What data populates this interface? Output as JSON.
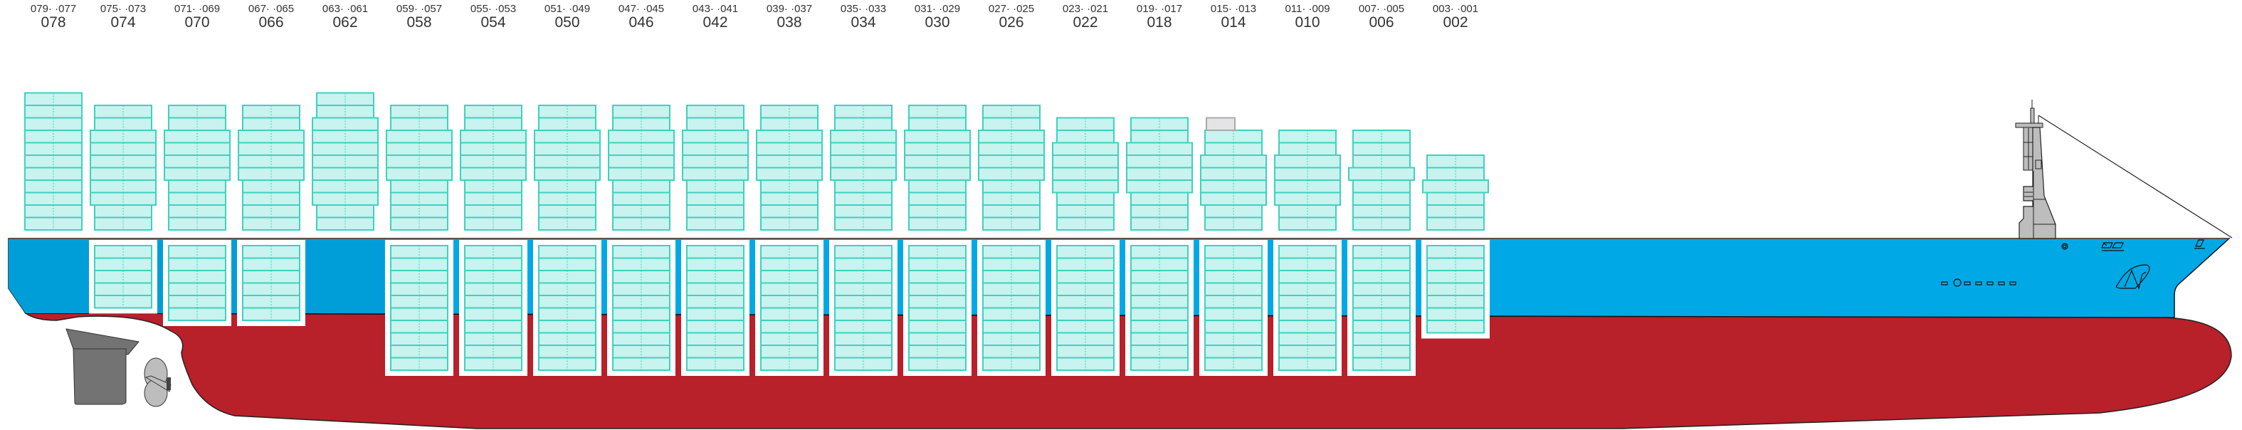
{
  "title": "Container ship bay plan profile",
  "colors": {
    "hull_upper": "#00a9e6",
    "hull_upper_aft": "#009ed8",
    "hull_lower": "#b8202a",
    "container_fill": "#c8f3ee",
    "container_stroke": "#3fd1bf",
    "hold_frame": "#ffffff",
    "superstructure": "#bdbdbd",
    "rudder": "#737373",
    "propeller": "#bdbdbd",
    "empty_slot": "#e4e4e6"
  },
  "bays": [
    {
      "bay": "078",
      "pair": [
        "079",
        "077"
      ],
      "deck_tiers": 11,
      "deck_wide_tiers": 0,
      "hold_tiers": 0
    },
    {
      "bay": "074",
      "pair": [
        "075",
        "073"
      ],
      "deck_tiers": 10,
      "deck_wide_tiers": 6,
      "hold_tiers": 5
    },
    {
      "bay": "070",
      "pair": [
        "071",
        "069"
      ],
      "deck_tiers": 10,
      "deck_wide_tiers": 4,
      "hold_tiers": 6
    },
    {
      "bay": "066",
      "pair": [
        "067",
        "065"
      ],
      "deck_tiers": 10,
      "deck_wide_tiers": 4,
      "hold_tiers": 6
    },
    {
      "bay": "062",
      "pair": [
        "063",
        "061"
      ],
      "deck_tiers": 11,
      "deck_wide_tiers": 7,
      "hold_tiers": 0
    },
    {
      "bay": "058",
      "pair": [
        "059",
        "057"
      ],
      "deck_tiers": 10,
      "deck_wide_tiers": 4,
      "hold_tiers": 10
    },
    {
      "bay": "054",
      "pair": [
        "055",
        "053"
      ],
      "deck_tiers": 10,
      "deck_wide_tiers": 4,
      "hold_tiers": 10
    },
    {
      "bay": "050",
      "pair": [
        "051",
        "049"
      ],
      "deck_tiers": 10,
      "deck_wide_tiers": 4,
      "hold_tiers": 10
    },
    {
      "bay": "046",
      "pair": [
        "047",
        "045"
      ],
      "deck_tiers": 10,
      "deck_wide_tiers": 4,
      "hold_tiers": 10
    },
    {
      "bay": "042",
      "pair": [
        "043",
        "041"
      ],
      "deck_tiers": 10,
      "deck_wide_tiers": 4,
      "hold_tiers": 10
    },
    {
      "bay": "038",
      "pair": [
        "039",
        "037"
      ],
      "deck_tiers": 10,
      "deck_wide_tiers": 4,
      "hold_tiers": 10
    },
    {
      "bay": "034",
      "pair": [
        "035",
        "033"
      ],
      "deck_tiers": 10,
      "deck_wide_tiers": 4,
      "hold_tiers": 10
    },
    {
      "bay": "030",
      "pair": [
        "031",
        "029"
      ],
      "deck_tiers": 10,
      "deck_wide_tiers": 4,
      "hold_tiers": 10
    },
    {
      "bay": "026",
      "pair": [
        "027",
        "025"
      ],
      "deck_tiers": 10,
      "deck_wide_tiers": 4,
      "hold_tiers": 10
    },
    {
      "bay": "022",
      "pair": [
        "023",
        "021"
      ],
      "deck_tiers": 9,
      "deck_wide_tiers": 4,
      "hold_tiers": 10
    },
    {
      "bay": "018",
      "pair": [
        "019",
        "017"
      ],
      "deck_tiers": 9,
      "deck_wide_tiers": 4,
      "hold_tiers": 10
    },
    {
      "bay": "014",
      "pair": [
        "015",
        "013"
      ],
      "deck_tiers": 8,
      "deck_wide_tiers": 4,
      "hold_tiers": 10,
      "empty_top_slot": true
    },
    {
      "bay": "010",
      "pair": [
        "011",
        "009"
      ],
      "deck_tiers": 8,
      "deck_wide_tiers": 4,
      "hold_tiers": 10
    },
    {
      "bay": "006",
      "pair": [
        "007",
        "005"
      ],
      "deck_tiers": 8,
      "deck_wide_tiers": 1,
      "hold_tiers": 10
    },
    {
      "bay": "002",
      "pair": [
        "003",
        "001"
      ],
      "deck_tiers": 6,
      "deck_wide_tiers": 1,
      "hold_tiers": 7
    }
  ]
}
